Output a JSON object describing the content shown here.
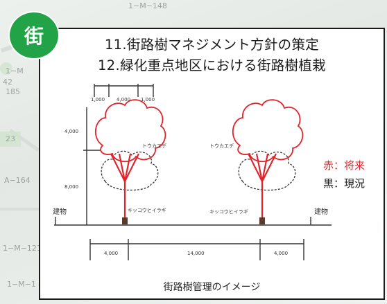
{
  "badge": {
    "label": "街"
  },
  "title": {
    "line1": "11.街路樹マネジメント方針の策定",
    "line2": "12.緑化重点地区における街路樹植栽"
  },
  "diagram": {
    "top_dims": [
      "1,000",
      "4,000",
      "1,000"
    ],
    "height_dims": [
      "4,000",
      "8,000"
    ],
    "tree_labels": [
      "トウカエデ",
      "トウカエデ"
    ],
    "shrub_labels": [
      "キッコウヒイラギ",
      "キッコウヒイラギ"
    ],
    "building_labels": [
      "建物",
      "建物"
    ],
    "bottom_dims": [
      "4,000",
      "14,000",
      "4,000"
    ]
  },
  "legend": {
    "future": "赤：将来",
    "current": "黒：現況",
    "future_color": "#e0242b",
    "current_color": "#1a1a1a"
  },
  "caption": "街路樹管理のイメージ",
  "map_labels": [
    "1−M−148",
    "1−M",
    "42",
    "185",
    "23",
    "A−164",
    "1−M−121",
    "1−M−1"
  ]
}
